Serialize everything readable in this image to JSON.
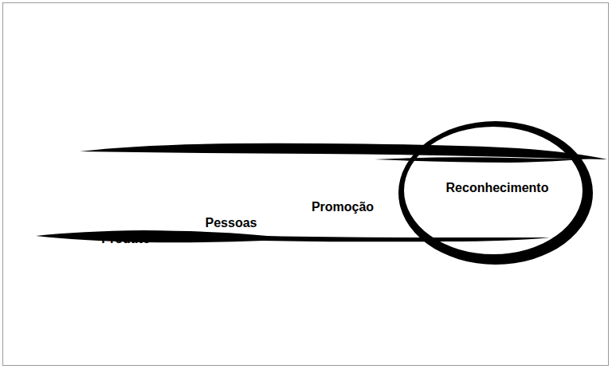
{
  "diagram": {
    "nodes": [
      {
        "text": [
          "Produto"
        ]
      },
      {
        "text": [
          "Pessoas"
        ],
        "in": 0
      },
      {
        "text": [
          "Promoção"
        ],
        "in": 1
      },
      {
        "text": [
          "Reconhecimento"
        ],
        "in": 2
      }
    ]
  }
}
